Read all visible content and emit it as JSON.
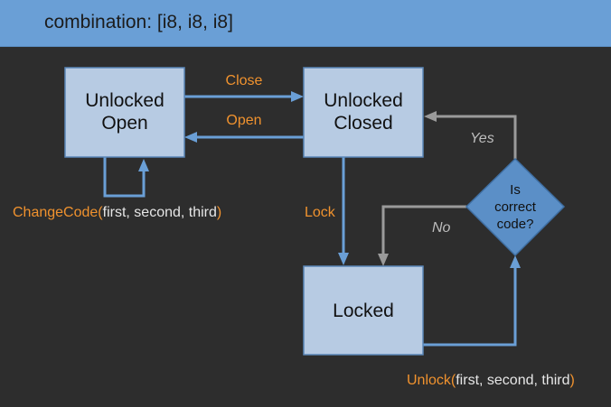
{
  "header": {
    "title": "combination: [i8, i8, i8]"
  },
  "states": {
    "unlocked_open": {
      "line1": "Unlocked",
      "line2": "Open"
    },
    "unlocked_closed": {
      "line1": "Unlocked",
      "line2": "Closed"
    },
    "locked": {
      "line1": "Locked"
    }
  },
  "decision": {
    "line1": "Is",
    "line2": "correct",
    "line3": "code?"
  },
  "transitions": {
    "close": "Close",
    "open": "Open",
    "lock": "Lock",
    "yes": "Yes",
    "no": "No",
    "change_code": {
      "name": "ChangeCode",
      "open_paren": "(",
      "args": "first, second, third",
      "close_paren": ")"
    },
    "unlock": {
      "name": "Unlock",
      "open_paren": "(",
      "args": "first, second, third",
      "close_paren": ")"
    }
  },
  "colors": {
    "background": "#2d2d2d",
    "header": "#6a9fd6",
    "state_fill": "#b7cbe3",
    "diamond_fill": "#5b8fc7",
    "edge_blue": "#6a9fd6",
    "edge_gray": "#9a9a9a",
    "label_orange": "#f0922e"
  }
}
